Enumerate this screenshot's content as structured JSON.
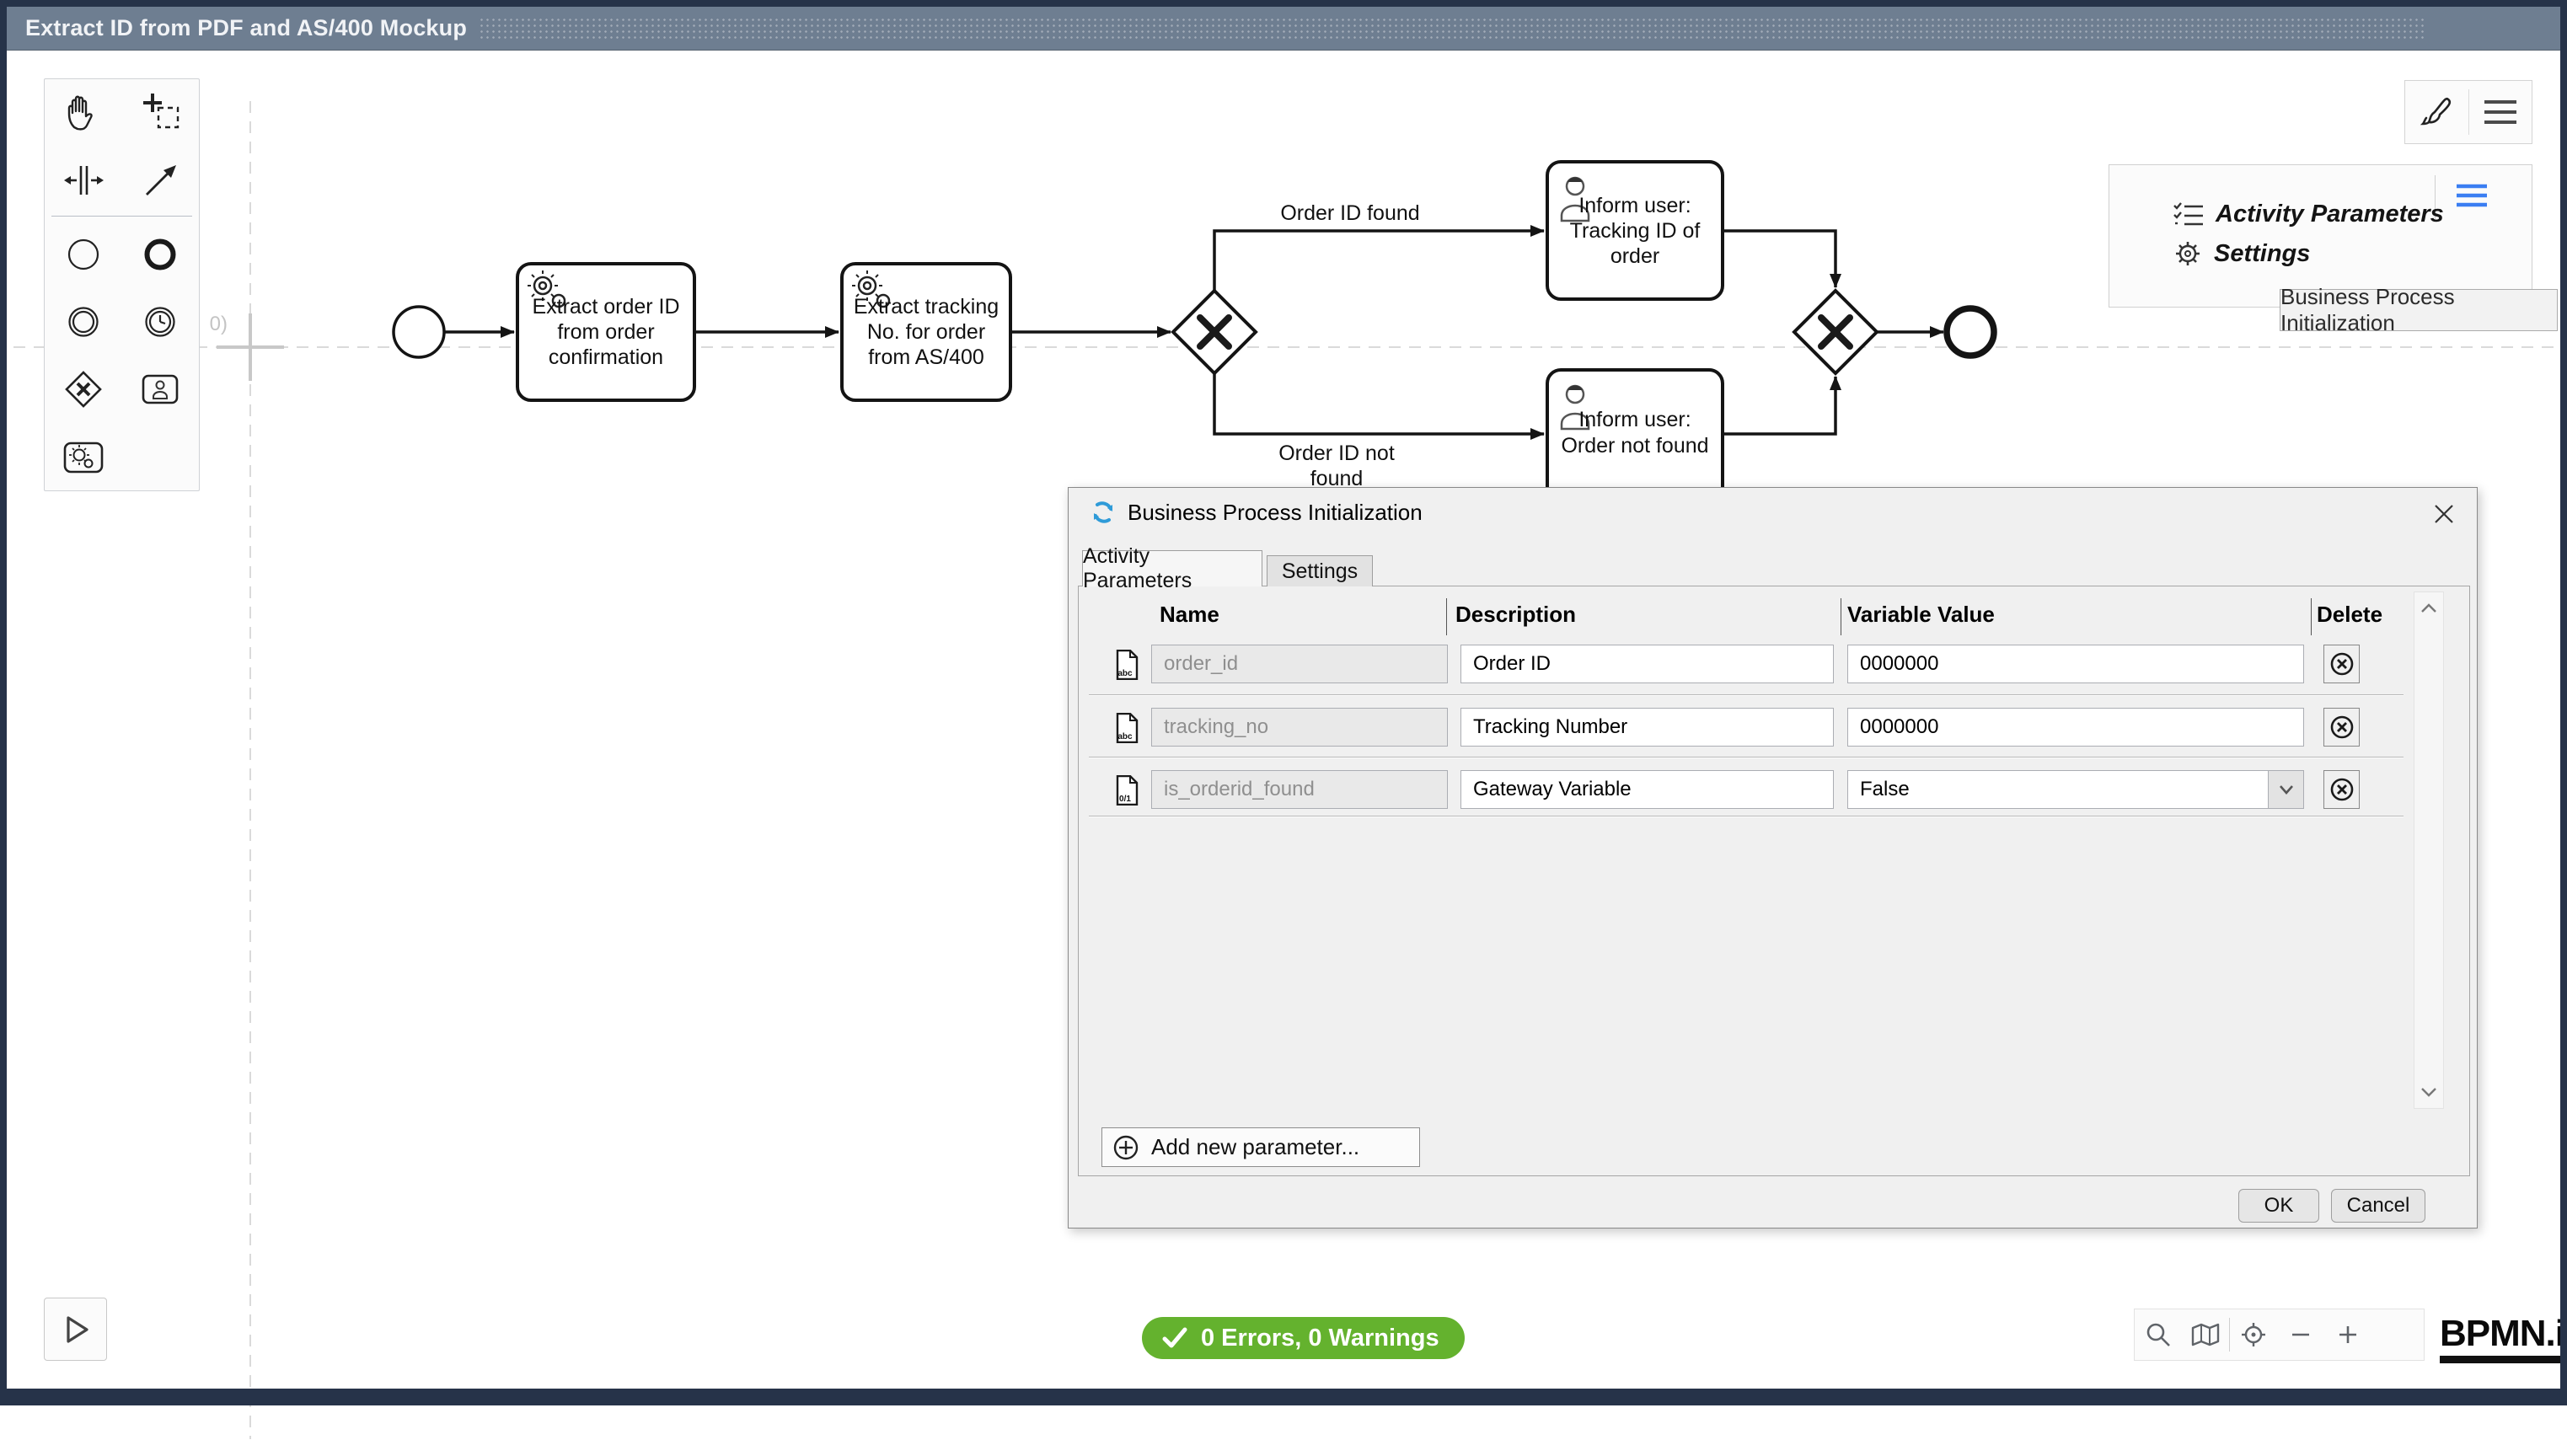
{
  "window": {
    "title": "Extract ID from PDF and AS/400 Mockup",
    "origin_label": "0)"
  },
  "palette": {
    "items": [
      "hand-tool",
      "lasso-tool",
      "space-tool",
      "connect-tool",
      "start-event",
      "end-event",
      "intermediate-event",
      "timer-event",
      "exclusive-gateway",
      "user-task",
      "service-task"
    ]
  },
  "diagram": {
    "tasks": [
      {
        "label": "Extract order ID\nfrom order\nconfirmation"
      },
      {
        "label": "Extract tracking\nNo. for order\nfrom AS/400"
      },
      {
        "label": "Inform user:\nTracking ID of\norder"
      },
      {
        "label": "Inform user:\nOrder not found"
      }
    ],
    "flow_labels": [
      "Order ID found",
      "Order ID not\nfound"
    ]
  },
  "top_toolbar": {
    "icons": [
      "paintbrush-icon",
      "menu-icon"
    ]
  },
  "context_menu": {
    "icon": "menu-icon-blue",
    "items": [
      {
        "icon": "checklist-icon",
        "label": "Activity Parameters"
      },
      {
        "icon": "gear-icon",
        "label": "Settings"
      }
    ]
  },
  "tooltip": {
    "text": "Business Process Initialization"
  },
  "dialog": {
    "icon": "sync-icon",
    "title": "Business Process Initialization",
    "tabs": [
      {
        "label": "Activity Parameters",
        "active": true
      },
      {
        "label": "Settings",
        "active": false
      }
    ],
    "table": {
      "headers": [
        "Name",
        "Description",
        "Variable Value",
        "Delete"
      ],
      "rows": [
        {
          "type_icon": "string-parameter-icon",
          "type_label": "abc",
          "name": "order_id",
          "description": "Order ID",
          "value": "0000000",
          "control": "text"
        },
        {
          "type_icon": "string-parameter-icon",
          "type_label": "abc",
          "name": "tracking_no",
          "description": "Tracking Number",
          "value": "0000000",
          "control": "text"
        },
        {
          "type_icon": "boolean-parameter-icon",
          "type_label": "0/1",
          "name": "is_orderid_found",
          "description": "Gateway Variable",
          "value": "False",
          "control": "select"
        }
      ]
    },
    "add_button_label": "Add new parameter...",
    "ok_label": "OK",
    "cancel_label": "Cancel"
  },
  "status_bar": {
    "lint_label": "0 Errors, 0 Warnings",
    "lint_color": "#64b22e"
  },
  "bottom_toolbar": {
    "icons": [
      "search-icon",
      "minimap-icon",
      "reset-zoom-icon",
      "zoom-out-icon",
      "zoom-in-icon"
    ]
  },
  "logo": {
    "text": "BPMN.iO"
  }
}
